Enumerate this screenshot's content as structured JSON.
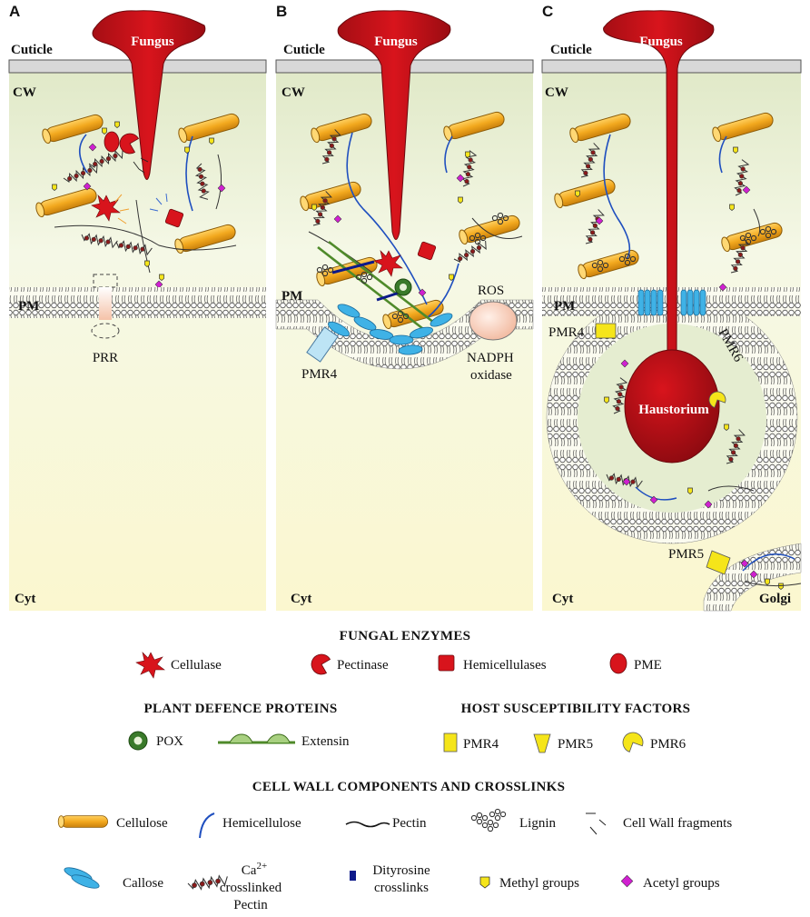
{
  "panels": {
    "a": {
      "letter": "A",
      "cuticle": "Cuticle",
      "fungus": "Fungus",
      "cw": "CW",
      "pm": "PM",
      "prr": "PRR",
      "cyt": "Cyt"
    },
    "b": {
      "letter": "B",
      "cuticle": "Cuticle",
      "fungus": "Fungus",
      "cw": "CW",
      "pm": "PM",
      "ros": "ROS",
      "pmr4": "PMR4",
      "nadph_line1": "NADPH",
      "nadph_line2": "oxidase",
      "cyt": "Cyt"
    },
    "c": {
      "letter": "C",
      "cuticle": "Cuticle",
      "fungus": "Fungus",
      "cw": "CW",
      "pm": "PM",
      "pmr4": "PMR4",
      "pmr6": "PMR6",
      "haustorium": "Haustorium",
      "pmr5": "PMR5",
      "cyt": "Cyt",
      "golgi": "Golgi"
    }
  },
  "legend": {
    "fungal_enzymes": {
      "title": "FUNGAL ENZYMES",
      "items": [
        "Cellulase",
        "Pectinase",
        "Hemicellulases",
        "PME"
      ]
    },
    "plant_defence": {
      "title": "PLANT DEFENCE PROTEINS",
      "items": [
        "POX",
        "Extensin"
      ]
    },
    "host_susceptibility": {
      "title": "HOST SUSCEPTIBILITY FACTORS",
      "items": [
        "PMR4",
        "PMR5",
        "PMR6"
      ]
    },
    "cell_wall": {
      "title": "CELL WALL COMPONENTS AND CROSSLINKS",
      "row1": [
        "Cellulose",
        "Hemicellulose",
        "Pectin",
        "Lignin",
        "Cell Wall fragments"
      ],
      "ca_line1": "Ca",
      "ca_sup": "2+",
      "ca_line2": "crosslinked",
      "ca_line3": "Pectin",
      "callose": "Callose",
      "dityrosine_line1": "Dityrosine",
      "dityrosine_line2": "crosslinks",
      "methyl": "Methyl groups",
      "acetyl": "Acetyl groups"
    }
  },
  "colors": {
    "fungus": "#c4121a",
    "cellulose": "#f2a81e",
    "hemicellulose": "#1f4fbf",
    "callose": "#3fb2e6",
    "extensin": "#4f8a2a",
    "methyl": "#f5e51a",
    "acetyl": "#d020d0",
    "pectin_bead": "#8a1a1a"
  }
}
